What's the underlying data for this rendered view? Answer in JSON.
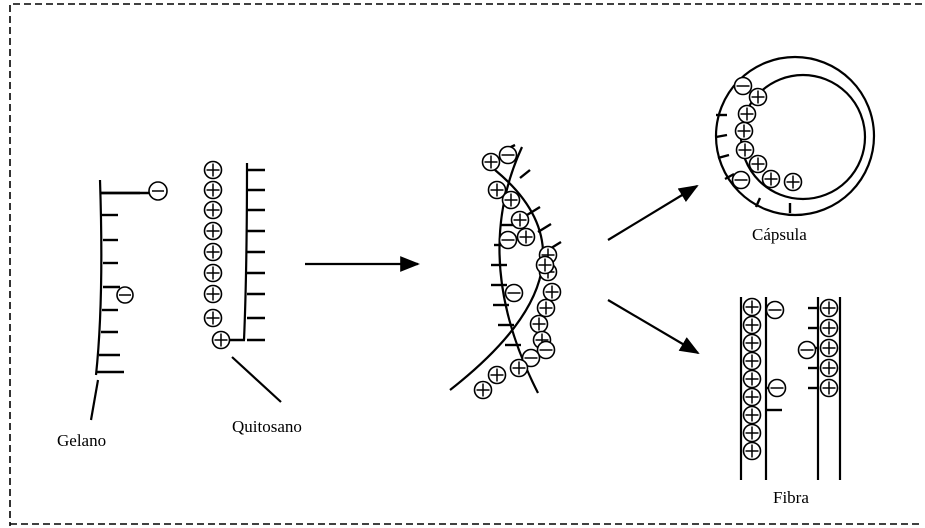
{
  "labels": {
    "gelano": "Gelano",
    "quitosano": "Quitosano",
    "capsula": "Cápsula",
    "fibra": "Fibra"
  }
}
